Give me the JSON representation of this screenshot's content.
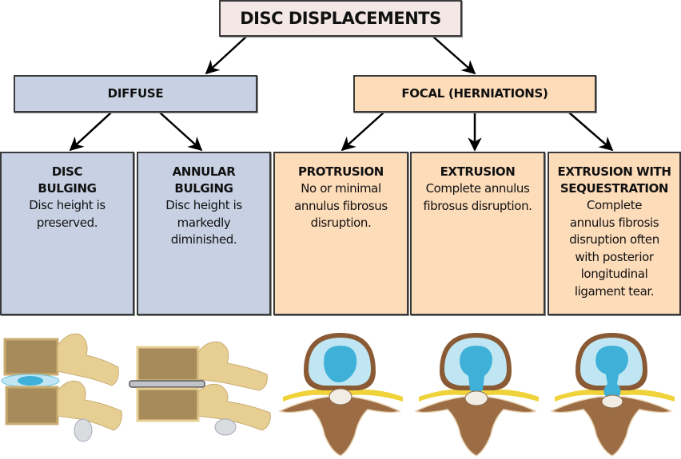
{
  "title": "DISC DISPLACEMENTS",
  "categories": [
    {
      "label": "DIFFUSE",
      "color": "#c7d1e3",
      "types": [
        {
          "name": "DISC\nBULGING",
          "description": "Disc height is\npreserved.",
          "illustration": "lateral-spine-disc-bulging-illustration"
        },
        {
          "name": "ANNULAR\nBULGING",
          "description": "Disc height  is\nmarkedly\ndiminished.",
          "illustration": "lateral-spine-annular-bulging-illustration"
        }
      ]
    },
    {
      "label": "FOCAL (HERNIATIONS)",
      "color": "#fddcba",
      "types": [
        {
          "name": "PROTRUSION",
          "description": "No or minimal\nannulus fibrosus\ndisruption.",
          "illustration": "axial-disc-protrusion-illustration"
        },
        {
          "name": "EXTRUSION",
          "description": "Complete annulus\nfibrosus disruption.",
          "illustration": "axial-disc-extrusion-illustration"
        },
        {
          "name": "EXTRUSION WITH\nSEQUESTRATION",
          "description": "Complete\nannulus fibrosis\ndisruption often\nwith posterior\nlongitudinal\nligament tear.",
          "illustration": "axial-disc-sequestration-illustration"
        }
      ]
    }
  ],
  "colors": {
    "title_fill": "#f3e8e6",
    "diffuse_fill": "#c7d1e3",
    "focal_fill": "#fddcba",
    "border": "#3a3a3a",
    "nucleus": "#3fb0d8",
    "bone": "#e8d29a",
    "nerve": "#f0d23a"
  }
}
